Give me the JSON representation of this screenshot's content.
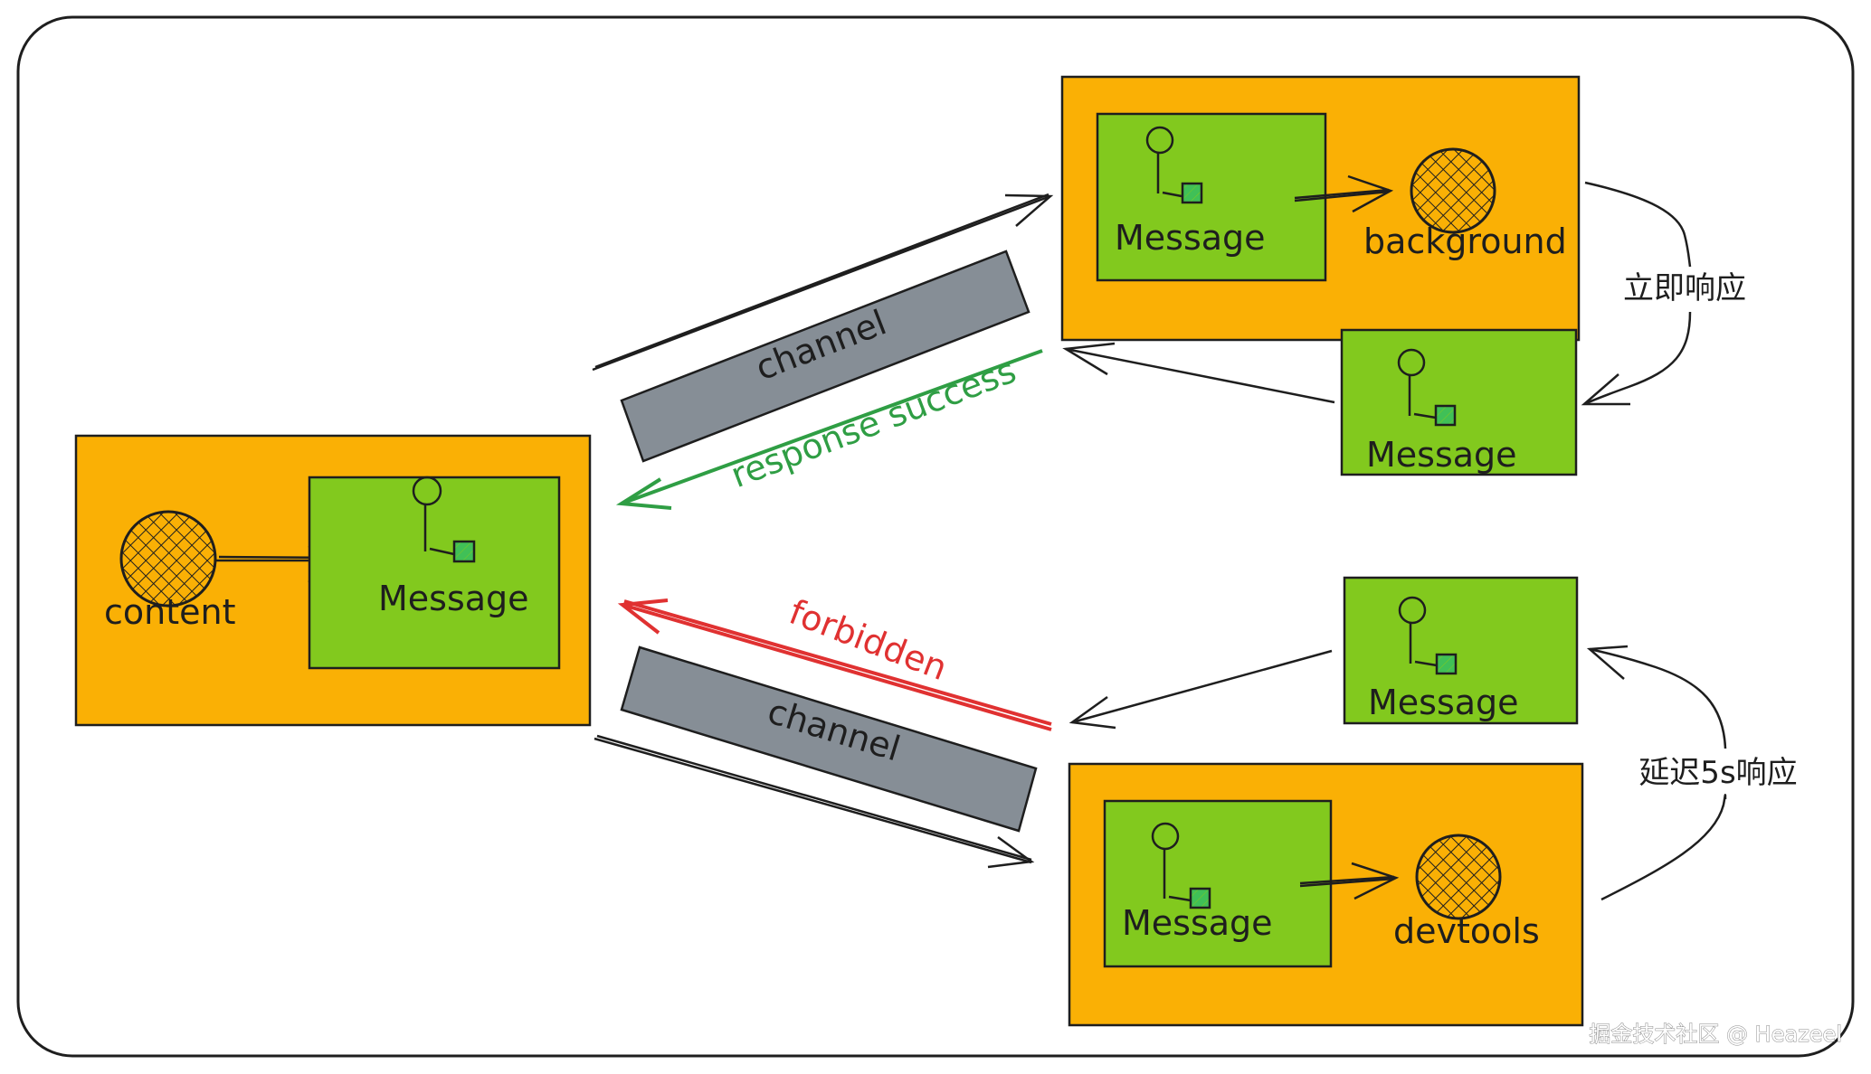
{
  "colors": {
    "context_fill": "#fab005",
    "message_fill": "#82c91e",
    "channel_fill": "#868e96",
    "success": "#2f9e44",
    "forbidden": "#e03131",
    "ink": "#1e1e1e",
    "port_fill": "#40c057"
  },
  "nodes": {
    "content": {
      "label": "content",
      "message_label": "Message"
    },
    "background": {
      "label": "background",
      "message_label": "Message"
    },
    "background_reply": {
      "message_label": "Message"
    },
    "devtools": {
      "label": "devtools",
      "message_label": "Message"
    },
    "devtools_reply": {
      "message_label": "Message"
    }
  },
  "channels": {
    "upper": {
      "label": "channel"
    },
    "lower": {
      "label": "channel"
    }
  },
  "edges": {
    "response_success": {
      "label": "response success"
    },
    "forbidden": {
      "label": "forbidden"
    },
    "immediate_response": {
      "label": "立即响应"
    },
    "delayed_response": {
      "label": "延迟5s响应"
    }
  },
  "watermark": "掘金技术社区 @ Heazeel"
}
